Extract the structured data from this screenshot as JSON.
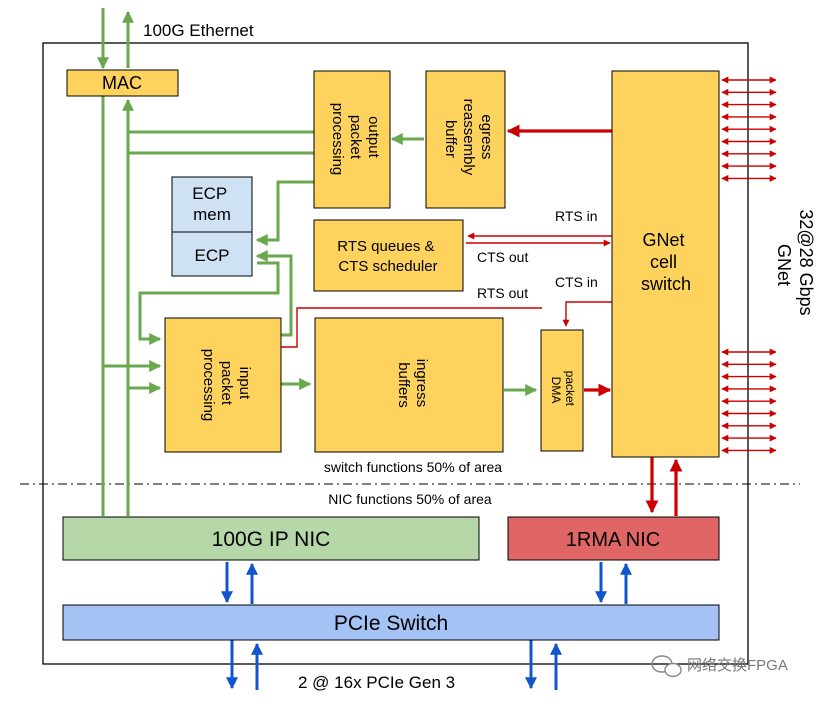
{
  "top_label": "100G Ethernet",
  "bottom_label": "2 @ 16x PCIe Gen 3",
  "right_label_line1": "32@28 Gbps",
  "right_label_line2": "GNet",
  "switch_area_note": "switch functions 50% of area",
  "nic_area_note": "NIC functions 50% of area",
  "blocks": {
    "mac": "MAC",
    "output_proc": [
      "output",
      "packet",
      "processing"
    ],
    "egress_buf": [
      "egress",
      "reassembly",
      "buffer"
    ],
    "gnet_switch": [
      "GNet",
      "cell",
      "switch"
    ],
    "ecp_mem": [
      "ECP",
      "mem"
    ],
    "ecp": "ECP",
    "rts_sched": [
      "RTS queues &",
      "CTS scheduler"
    ],
    "input_proc": [
      "input",
      "packet",
      "processing"
    ],
    "ingress_buf": [
      "ingress",
      "buffers"
    ],
    "packet_dma": [
      "packet",
      "DMA"
    ],
    "ip_nic": "100G IP NIC",
    "rma_nic": "1RMA NIC",
    "pcie_switch": "PCIe Switch"
  },
  "signals": {
    "rts_in": "RTS in",
    "cts_out": "CTS out",
    "cts_in": "CTS in",
    "rts_out": "RTS out"
  },
  "watermark": "网络交换FPGA",
  "colors": {
    "block_yellow": "#fdd35e",
    "ecp_blue": "#cfe2f3",
    "ip_nic_green": "#b6d7a8",
    "rma_nic_red": "#e06666",
    "pcie_blue": "#a4c2f4",
    "green_arrow": "#6aa84f",
    "red_arrow": "#cc0000",
    "blue_arrow": "#1155cc"
  }
}
